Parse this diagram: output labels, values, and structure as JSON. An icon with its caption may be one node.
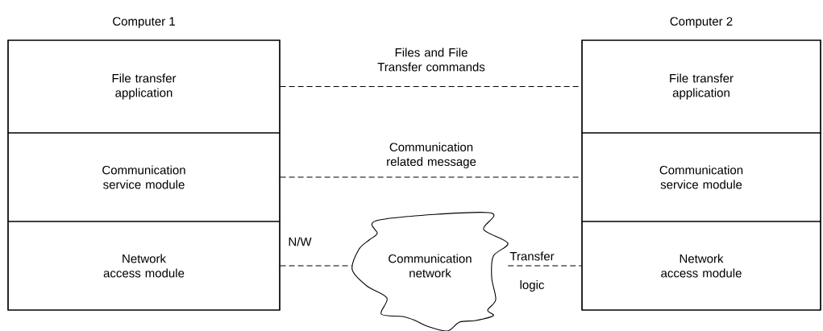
{
  "diagram": {
    "nodes": [
      {
        "text": [
          "Computer 1"
        ]
      },
      {
        "text": [
          "File transfer application"
        ],
        "in": 0
      },
      {
        "text": [
          "Communication service module"
        ],
        "in": 0
      },
      {
        "text": [
          "Network access module"
        ],
        "in": 0
      },
      {
        "text": [
          "Computer 2"
        ]
      },
      {
        "text": [
          "File transfer application"
        ],
        "in": 4
      },
      {
        "text": [
          "Communication service module"
        ],
        "in": 4
      },
      {
        "text": [
          "Network access module"
        ],
        "in": 4
      },
      {
        "text": [
          "Communication network"
        ]
      }
    ],
    "edges": [
      {
        "from": 1,
        "to": 5,
        "arrow": "none",
        "style": "dashed",
        "label": "Files and File Transfer commands"
      },
      {
        "from": 2,
        "to": 6,
        "arrow": "none",
        "style": "dashed",
        "label": "Communication related message"
      },
      {
        "from": 3,
        "to": 8,
        "arrow": "none",
        "style": "dashed",
        "label": "N/W"
      },
      {
        "from": 8,
        "to": 7,
        "arrow": "none",
        "style": "dashed",
        "label": "Transfer"
      }
    ],
    "labels": [
      "logic"
    ]
  }
}
